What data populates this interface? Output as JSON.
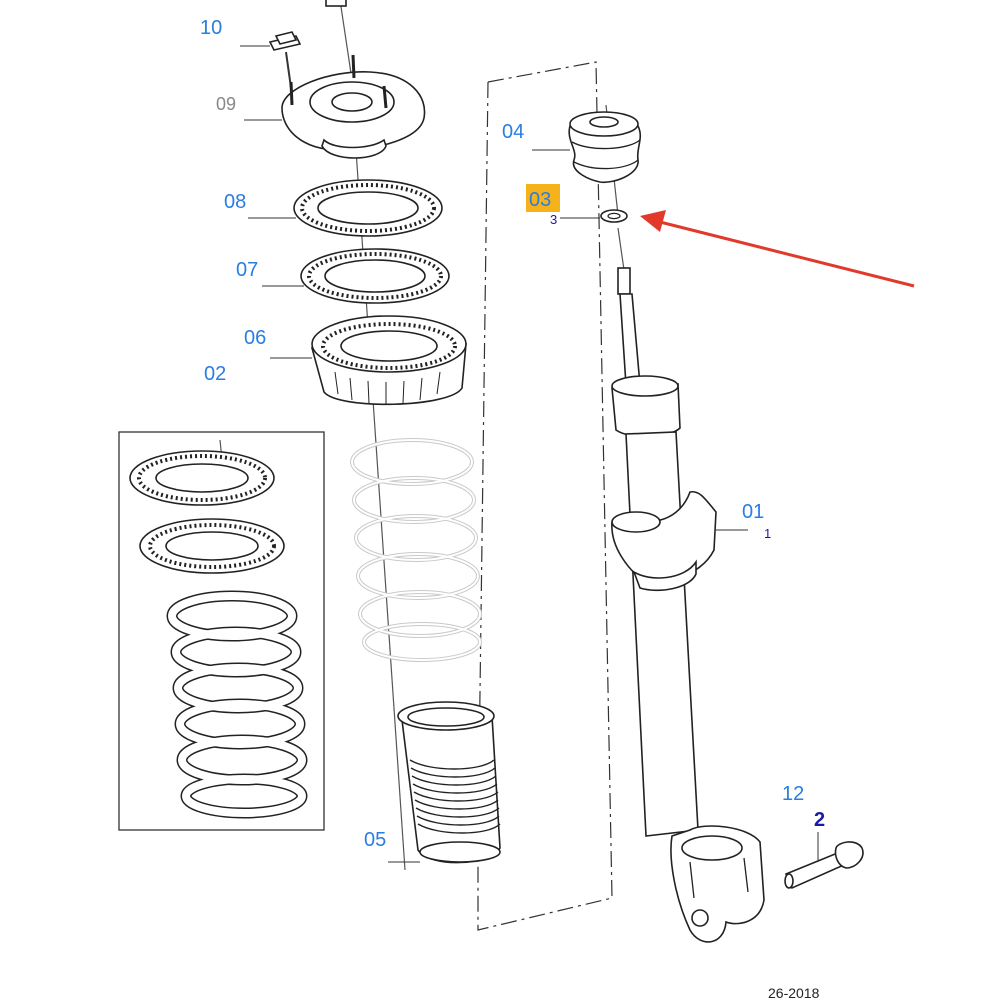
{
  "callouts": {
    "c01": "01",
    "c02": "02",
    "c03": "03",
    "c04": "04",
    "c05": "05",
    "c06": "06",
    "c07": "07",
    "c08": "08",
    "c09": "09",
    "c10": "10",
    "c12": "12",
    "c2": "2"
  },
  "tick_marks": {
    "t01": "1",
    "t03": "3"
  },
  "footer_code": "26-2018",
  "colors": {
    "callout_blue": "#2a7de1",
    "callout_dark": "#1a1aa6",
    "highlight": "#f5b21b",
    "arrow": "#e23a2a"
  },
  "highlighted_callout": "03"
}
